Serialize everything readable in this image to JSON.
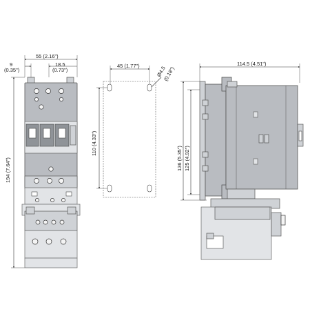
{
  "front_view": {
    "width_dim": "55 (2.16\")",
    "offset_mm": "9",
    "offset_in": "(0.35\")",
    "inner_mm": "18.5",
    "inner_in": "(0.73\")",
    "height_dim": "194 (7.64\")"
  },
  "mounting_view": {
    "width_dim": "45 (1.77\")",
    "height_dim": "110 (4.33\")",
    "hole_mm": "Ø4.5",
    "hole_in": "(0.18\")"
  },
  "side_view": {
    "depth_dim": "114.5 (4.51\")",
    "height_outer": "136 (5.35\")",
    "height_inner": "125 (4.92\")"
  }
}
